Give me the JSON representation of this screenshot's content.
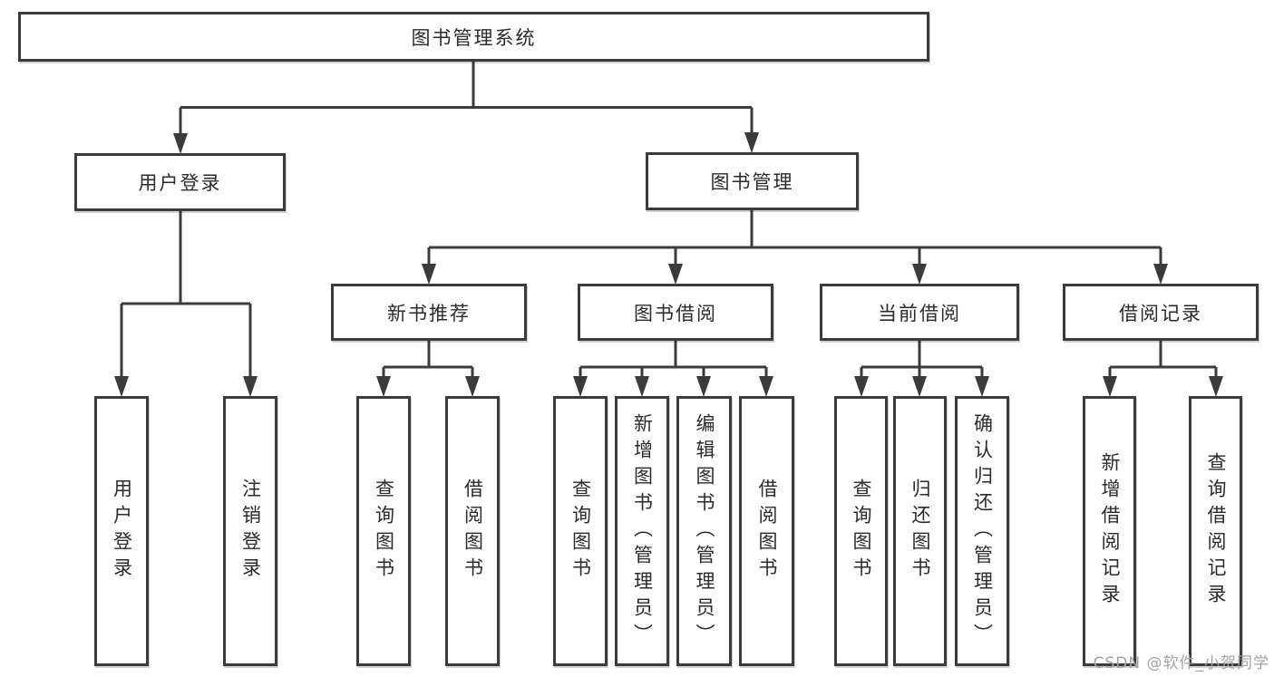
{
  "diagram": {
    "title": "图书管理系统",
    "tree": {
      "label": "图书管理系统",
      "children": [
        {
          "label": "用户登录",
          "children": [
            {
              "label": "用户登录"
            },
            {
              "label": "注销登录"
            }
          ]
        },
        {
          "label": "图书管理",
          "children": [
            {
              "label": "新书推荐",
              "children": [
                {
                  "label": "查询图书"
                },
                {
                  "label": "借阅图书"
                }
              ]
            },
            {
              "label": "图书借阅",
              "children": [
                {
                  "label": "查询图书"
                },
                {
                  "label": "新增图书（管理员）"
                },
                {
                  "label": "编辑图书（管理员）"
                },
                {
                  "label": "借阅图书"
                }
              ]
            },
            {
              "label": "当前借阅",
              "children": [
                {
                  "label": "查询图书"
                },
                {
                  "label": "归还图书"
                },
                {
                  "label": "确认归还（管理员）"
                }
              ]
            },
            {
              "label": "借阅记录",
              "children": [
                {
                  "label": "新增借阅记录"
                },
                {
                  "label": "查询借阅记录"
                }
              ]
            }
          ]
        }
      ]
    },
    "watermark": "CSDN @软件_小贺同学",
    "colors": {
      "line": "#3b3b3b",
      "box_border": "#3b3b3b",
      "text": "#2b2b2b",
      "watermark": "#a3a3a3",
      "background": "#ffffff"
    }
  }
}
